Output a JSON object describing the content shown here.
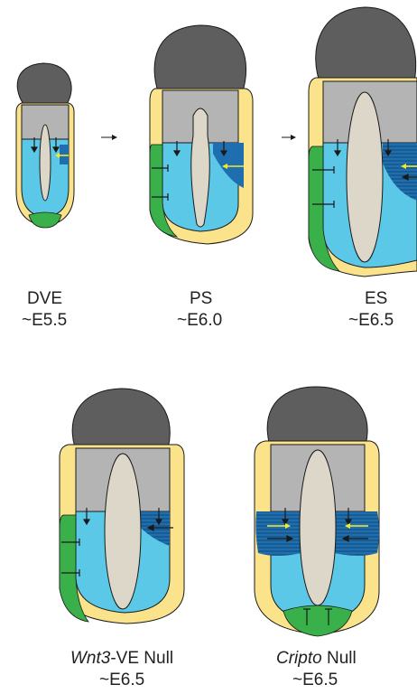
{
  "colors": {
    "extraembryonic_ectoderm": "#5e5e5e",
    "visceral_endoderm": "#fbe38b",
    "extraembryonic_region": "#b4b4b4",
    "epiblast": "#5ac8e6",
    "proamniotic_cavity": "#dcd7c8",
    "dve_ave": "#39b04a",
    "nodal_expression": "#1f6fb0",
    "signal_arrow_yellow": "#f3ea2a",
    "outline": "#1a1a1a"
  },
  "panels": [
    {
      "title": "DVE",
      "title_style": "plain",
      "stage": "~E5.5"
    },
    {
      "title": "PS",
      "title_style": "plain",
      "stage": "~E6.0"
    },
    {
      "title": "ES",
      "title_style": "plain",
      "stage": "~E6.5"
    },
    {
      "title_italic": "Wnt3",
      "title_rest": "-VE Null",
      "stage": "~E6.5"
    },
    {
      "title_italic": "Cripto",
      "title_rest": " Null",
      "stage": "~E6.5"
    }
  ]
}
